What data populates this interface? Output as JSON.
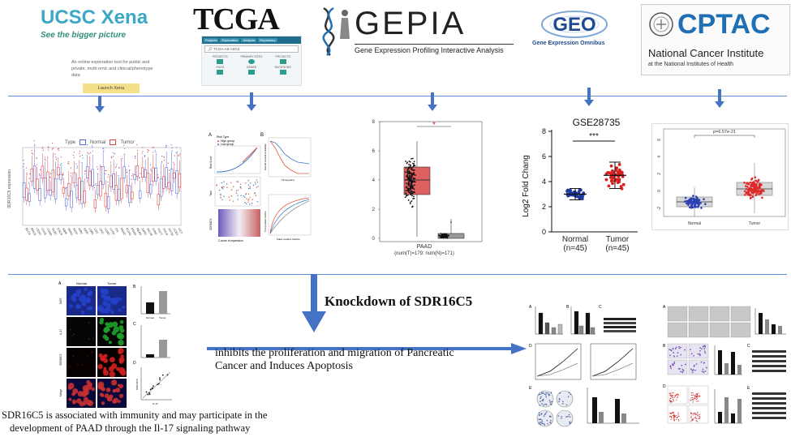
{
  "logos": {
    "xena": {
      "name": "UCSC Xena",
      "tagline": "See the bigger picture",
      "desc_lines": [
        "An online exploration tool for public and",
        "private, multi-omic and clinical/phenotype",
        "data"
      ],
      "button": "Launch Xena"
    },
    "tcga": {
      "name": "TCGA",
      "tabs": [
        "Projects",
        "Exploration",
        "Analysis",
        "Repository"
      ],
      "search": "TCGA-A5-A0G2",
      "tile_labels": [
        "PROJECTS",
        "PRIMARY SITES",
        "PROJECTS",
        "FILES",
        "GENES",
        "MUTATIONS"
      ]
    },
    "gepia": {
      "name": "GEPIA",
      "subtitle": "Gene Expression Profiling Interactive Analysis"
    },
    "geo": {
      "name": "GEO",
      "subtitle": "Gene Expression Omnibus"
    },
    "cptac": {
      "name": "CPTAC",
      "line1": "National Cancer Institute",
      "line2": "at the National Institutes of Health"
    }
  },
  "pancancer": {
    "legend_title": "Type",
    "legend_items": [
      "Normal",
      "Tumor"
    ],
    "ylabel": "SDR16C5 expression",
    "ticks": [
      "BLCA",
      "BRCA",
      "CESC",
      "CHOL",
      "COAD",
      "DLBC",
      "ESCA",
      "GBM",
      "HNSC",
      "KICH",
      "KIRC",
      "KIRP",
      "LAML",
      "LGG",
      "LIHC",
      "LUAD",
      "LUSC",
      "OV",
      "PAAD",
      "PCPG",
      "PRAD",
      "READ",
      "SARC",
      "SKCM",
      "STAD",
      "TGCT",
      "THCA",
      "THYM",
      "UCEC",
      "UCS"
    ],
    "normal_color": "#5a6bd6",
    "tumor_color": "#e0443c"
  },
  "risk_panel": {
    "label_a": "A",
    "label_b": "B",
    "legend_title": "Risk Type",
    "legend_items": [
      "High group",
      "Low group"
    ],
    "km_ylabel": "Overall survival probability",
    "km_xlabel": "Time(years)",
    "roc_xlabel": "False positive fraction",
    "roc_ylabel": "True positive fraction",
    "heat_label": "SDR16C5",
    "z_label": "Z-score of expression",
    "left_ylabels": [
      "Risk Score",
      "Time"
    ]
  },
  "gepia_box": {
    "title": "PAAD",
    "subtitle": "(num(T)=179; num(N)=171)",
    "yticks": [
      "0",
      "2",
      "4",
      "6",
      "8"
    ],
    "star": "*",
    "tumor_color": "#e06060",
    "normal_color": "#999999"
  },
  "geo_plot": {
    "title": "GSE28735",
    "ylabel": "Log2 Fold Chang",
    "yticks": [
      "0",
      "2",
      "4",
      "6",
      "8"
    ],
    "sig": "***",
    "groups": [
      {
        "label": "Normal",
        "n": "(n=45)",
        "color": "#1f3a9e"
      },
      {
        "label": "Tumor",
        "n": "(n=45)",
        "color": "#d81f1f"
      }
    ]
  },
  "cptac_plot": {
    "pvalue": "p=6.57e-21",
    "yticks": [
      "-2",
      "0",
      "2",
      "4",
      "6"
    ],
    "xlabels": [
      "Normal",
      "Tumor"
    ],
    "normal_color": "#2a3fb8",
    "tumor_color": "#e02a2a"
  },
  "if_panel": {
    "cols": [
      "Normal",
      "Tumor"
    ],
    "rows": [
      "DAPI",
      "IL-17",
      "SDR16C5",
      "Merge"
    ],
    "labels": [
      "A",
      "B",
      "C",
      "D"
    ],
    "bar_labels": [
      "Normal",
      "Tumor"
    ],
    "scatter_x": "IL-17",
    "scatter_y": "SDR16C5"
  },
  "labels_right_a": [
    "A",
    "B",
    "C",
    "D",
    "E"
  ],
  "labels_right_b": [
    "A",
    "B",
    "C",
    "D",
    "E"
  ],
  "knockdown": "Knockdown of SDR16C5",
  "inhibits_line1": "inhibits the proliferation and migration of Pancreatic",
  "inhibits_line2": "Cancer and Induces Apoptosis",
  "assoc_line1": "SDR16C5 is associated with immunity and may participate in the",
  "assoc_line2": "development of PAAD through the Il-17 signaling pathway",
  "colors": {
    "line": "#5b8fd6",
    "arrow": "#4472c4"
  }
}
